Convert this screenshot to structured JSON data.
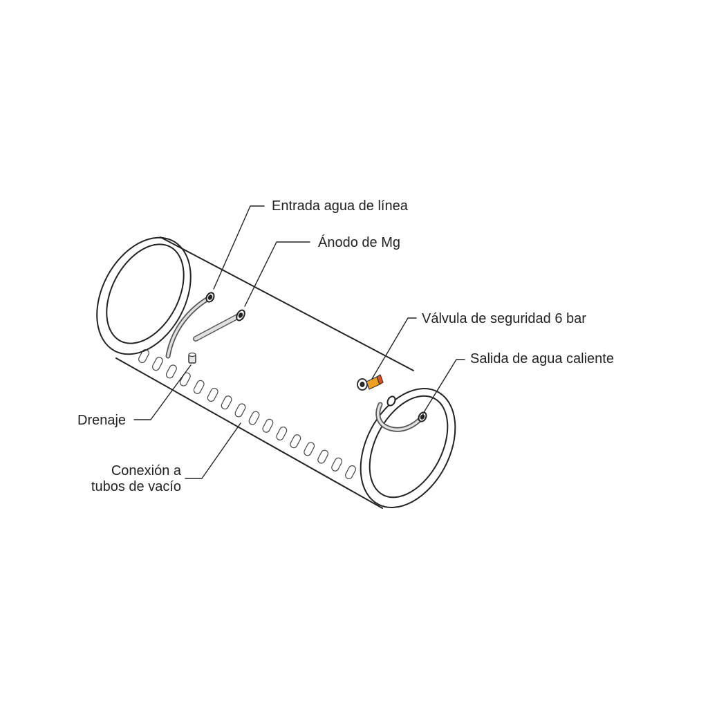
{
  "labels": {
    "entrada": "Entrada agua de línea",
    "anodo": "Ánodo de Mg",
    "valvula": "Válvula de seguridad 6 bar",
    "salida": "Salida de agua caliente",
    "drenaje": "Drenaje",
    "conexion_line1": "Conexión a",
    "conexion_line2": "tubos de vacío"
  },
  "colors": {
    "line": "#222222",
    "pipe_fill": "#d9d9d9",
    "valve_orange": "#f0a020",
    "valve_red": "#e05020"
  }
}
